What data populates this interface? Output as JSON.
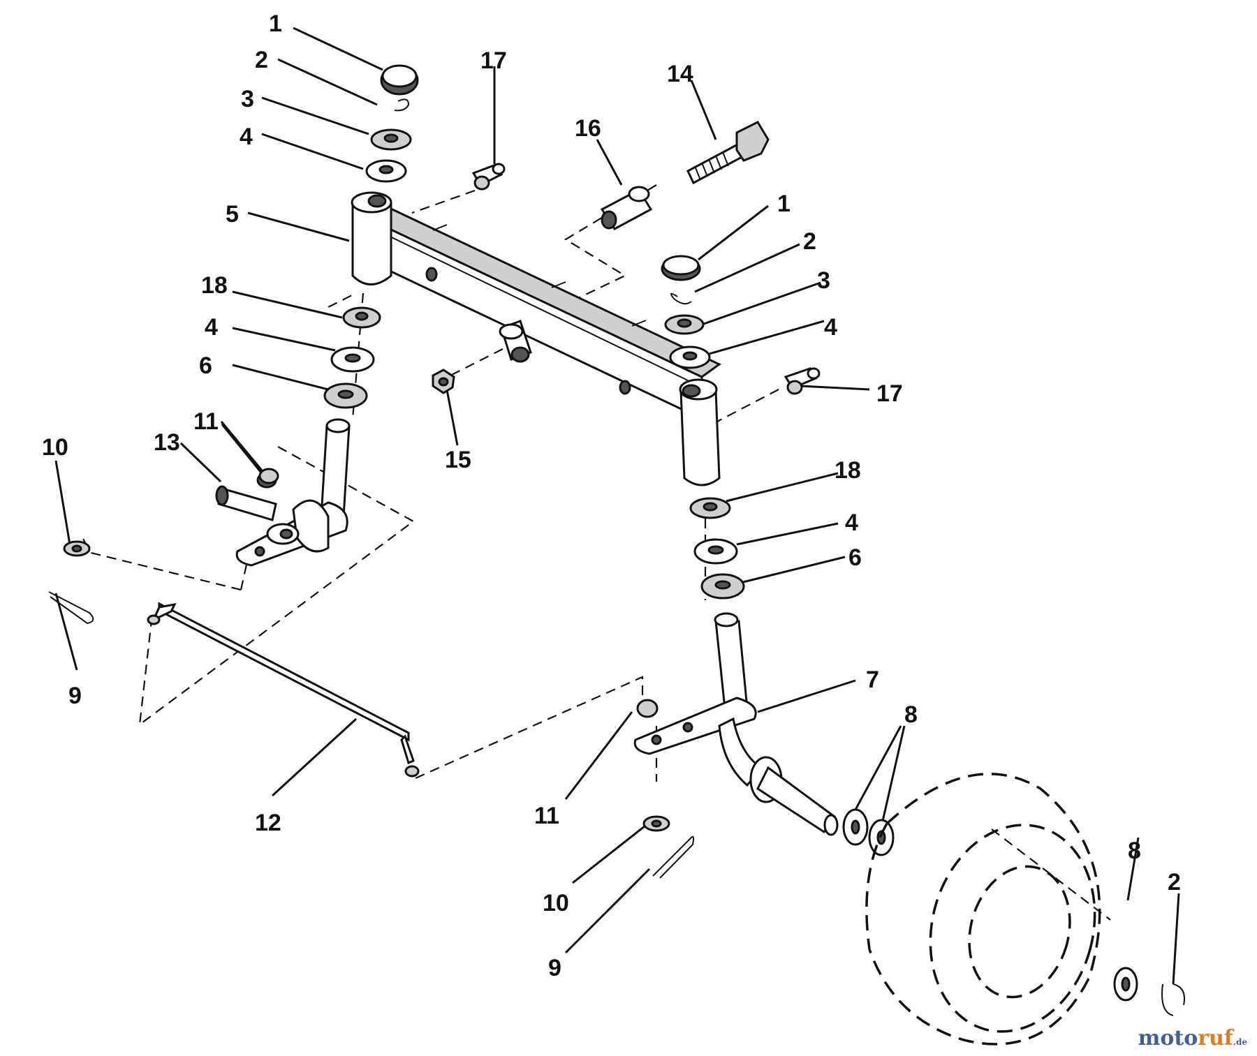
{
  "labels": {
    "l1a": "1",
    "l2a": "2",
    "l3a": "3",
    "l4a": "4",
    "l5": "5",
    "l17a": "17",
    "l14": "14",
    "l16": "16",
    "l1b": "1",
    "l2b": "2",
    "l3b": "3",
    "l4b": "4",
    "l17b": "17",
    "l18a": "18",
    "l4c": "4",
    "l6a": "6",
    "l15": "15",
    "l11a": "11",
    "l13": "13",
    "l10a": "10",
    "l9a": "9",
    "l18b": "18",
    "l4d": "4",
    "l6b": "6",
    "l7": "7",
    "l8a": "8",
    "l12": "12",
    "l11b": "11",
    "l10b": "10",
    "l9b": "9",
    "l8b": "8",
    "l2c": "2"
  },
  "watermark": {
    "part1": "moto",
    "part2": "ruf",
    "part3": ".de"
  },
  "icons": [
    "steering-spindle-icon",
    "front-axle-icon",
    "tire-outline-icon",
    "tie-rod-icon"
  ]
}
